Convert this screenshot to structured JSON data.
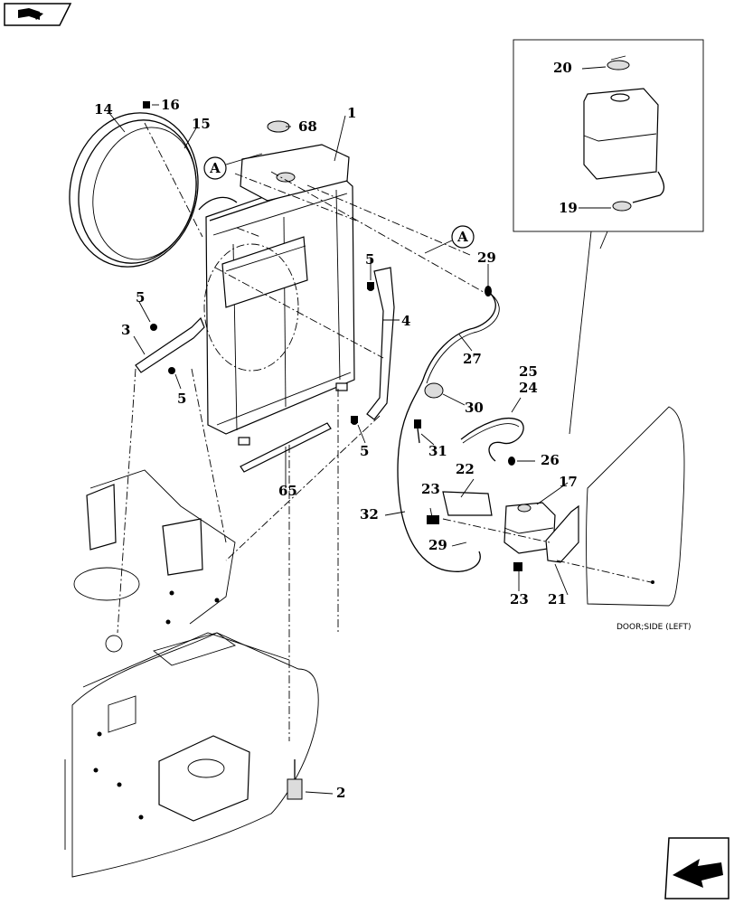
{
  "callouts": {
    "c1": "1",
    "c2": "2",
    "c3": "3",
    "c4": "4",
    "c5a": "5",
    "c5b": "5",
    "c5c": "5",
    "c5d": "5",
    "c14": "14",
    "c15": "15",
    "c16": "16",
    "c17": "17",
    "c19": "19",
    "c20": "20",
    "c21": "21",
    "c22": "22",
    "c23a": "23",
    "c23b": "23",
    "c24": "24",
    "c25": "25",
    "c26": "26",
    "c27": "27",
    "c29a": "29",
    "c29b": "29",
    "c30": "30",
    "c31": "31",
    "c32": "32",
    "c65": "65",
    "c68": "68"
  },
  "reference_markers": {
    "a1": "A",
    "a2": "A"
  },
  "notes": {
    "door_label": "DOOR;SIDE (LEFT)"
  },
  "icons": {
    "top_left": "book-arrow-icon",
    "bottom_right": "next-page-arrow-icon"
  }
}
